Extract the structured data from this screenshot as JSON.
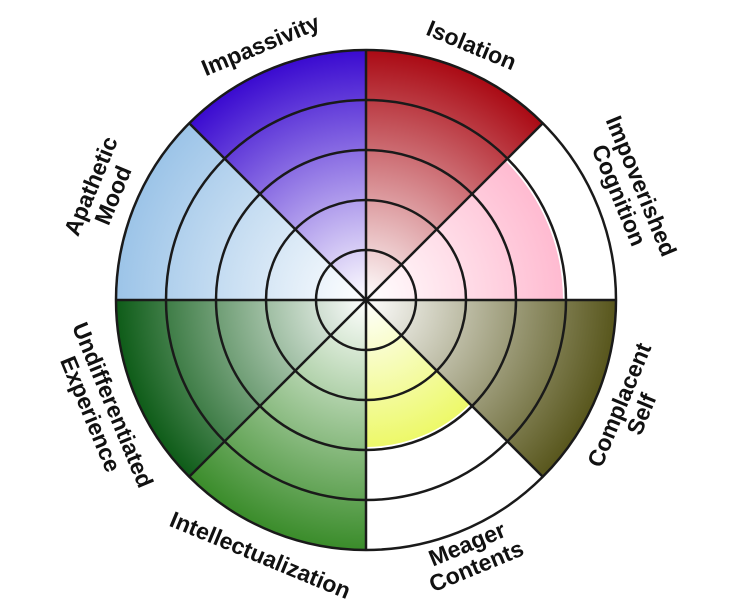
{
  "chart_data": {
    "type": "radial-bar",
    "title": "",
    "scale_max": 5,
    "rings": 5,
    "categories": [
      {
        "lines": [
          "Isolation"
        ],
        "value": 5,
        "color": "#aa0a14"
      },
      {
        "lines": [
          "Impoverished",
          "Cognition"
        ],
        "value": 4,
        "color": "#ffa8c4"
      },
      {
        "lines": [
          "Complacent",
          "Self"
        ],
        "value": 5,
        "color": "#58561c"
      },
      {
        "lines": [
          "Meager",
          "Contents"
        ],
        "value": 3,
        "color": "#e0f400"
      },
      {
        "lines": [
          "Intellectualization"
        ],
        "value": 5,
        "color": "#3a8c2a"
      },
      {
        "lines": [
          "Undifferentiated",
          "Experience"
        ],
        "value": 5,
        "color": "#0e5c18"
      },
      {
        "lines": [
          "Apathetic",
          "Mood"
        ],
        "value": 5,
        "color": "#9cc4e8"
      },
      {
        "lines": [
          "Impassivity"
        ],
        "value": 5,
        "color": "#3a0ad0"
      }
    ]
  }
}
